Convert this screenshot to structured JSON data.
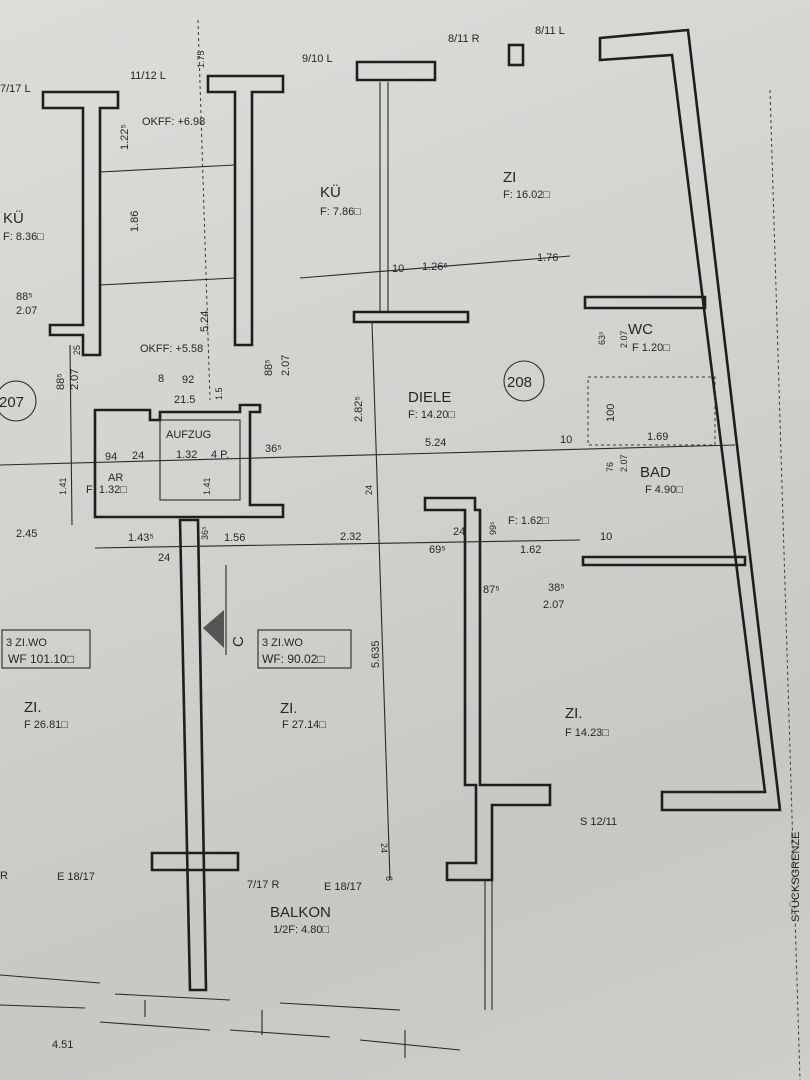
{
  "labels": {
    "window_7_17_l": "7/17 L",
    "window_11_12_l": "11/12 L",
    "dim_1_75": "1.75",
    "window_9_10_l": "9/10 L",
    "window_8_11_r": "8/11 R",
    "window_8_11_l": "8/11 L",
    "okff_top": "OKFF: +6.98",
    "dim_1_225": "1.22⁵",
    "room_ku_left": "KÜ",
    "room_ku_left_area": "F: 8.36□",
    "dim_1_86": "1.86",
    "room_ku": "KÜ",
    "room_ku_area": "F: 7.86□",
    "room_zi_top": "ZI",
    "room_zi_top_area": "F: 16.02□",
    "dim_10a": "10",
    "dim_1_265": "1.26⁵",
    "dim_1_76": "1.76",
    "dim_88_5a": "88⁵",
    "dim_2_07a": "2.07",
    "dim_5_24_v": "5.24",
    "okff_bottom": "OKFF: +5.58",
    "dim_88_5b": "88⁵",
    "dim_2_07b": "2.07",
    "dim_25": "25",
    "dim_88_5c": "88⁵",
    "dim_2_07c": "2.07",
    "unit_207": "207",
    "dim_8": "8",
    "dim_92": "92",
    "dim_21_5": "21.5",
    "dim_1_5": "1.5",
    "dim_2_825": "2.82⁵",
    "room_diele": "DIELE",
    "room_diele_area": "F: 14.20□",
    "unit_208": "208",
    "dim_63_5": "63⁵",
    "dim_2_07d": "2.07",
    "room_wc": "WC",
    "room_wc_area": "F 1.20□",
    "dim_100": "100",
    "dim_94": "94",
    "dim_24a": "24",
    "room_ar": "AR",
    "room_ar_area": "F: 1.32□",
    "room_aufzug": "AUFZUG",
    "aufzug_size": "1.32",
    "aufzug_persons": "4 P.",
    "dim_36_5a": "36⁵",
    "dim_5_24_h": "5.24",
    "dim_10b": "10",
    "dim_1_69": "1.69",
    "dim_76": "76",
    "dim_2_07e": "2.07",
    "room_bad": "BAD",
    "room_bad_area": "F 4.90□",
    "dim_1_41a": "1.41",
    "dim_1_41b": "1.41",
    "dim_24b": "24",
    "dim_24c": "24",
    "dim_99_5": "99⁵",
    "room_flur_area": "F: 1.62□",
    "dim_10c": "10",
    "dim_2_45": "2.45",
    "dim_1_435": "1.43⁵",
    "dim_36_5b": "36⁵",
    "dim_1_56": "1.56",
    "dim_2_32": "2.32",
    "dim_69_5": "69⁵",
    "dim_1_62": "1.62",
    "dim_24d": "24",
    "dim_87_5": "87⁵",
    "dim_38_5": "38⁵",
    "dim_2_07f": "2.07",
    "apt_left_type": "3 ZI.WO",
    "apt_left_area": "WF 101.10□",
    "section_c": "C",
    "apt_right_type": "3 ZI.WO",
    "apt_right_area": "WF: 90.02□",
    "dim_5_635": "5.635",
    "room_zi_left": "ZI.",
    "room_zi_left_area": "F 26.81□",
    "room_zi_mid": "ZI.",
    "room_zi_mid_area": "F 27.14□",
    "room_zi_right": "ZI.",
    "room_zi_right_area": "F 14.23□",
    "window_s_12_11": "S 12/11",
    "window_r": "R",
    "window_e_18_17a": "E 18/17",
    "window_7_17_r": "7/17 R",
    "window_e_18_17b": "E 18/17",
    "dim_24e": "24",
    "dim_6": "6",
    "room_balkon": "BALKON",
    "room_balkon_area": "1/2F: 4.80□",
    "dim_4_51": "4.51",
    "property_line": "STÜCKSGRENZE"
  }
}
